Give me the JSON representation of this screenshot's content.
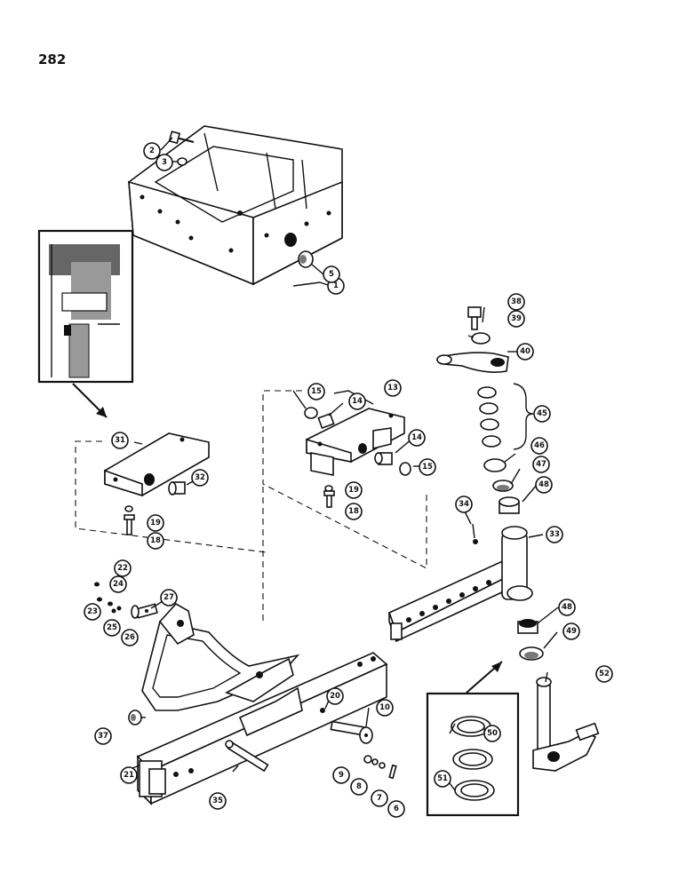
{
  "page_number": "282",
  "callouts": {
    "c1": "1",
    "c2": "2",
    "c3": "3",
    "c5": "5",
    "c6": "6",
    "c7": "7",
    "c8": "8",
    "c9": "9",
    "c10": "10",
    "c13": "13",
    "c14a": "14",
    "c14b": "14",
    "c15a": "15",
    "c15b": "15",
    "c18a": "18",
    "c18b": "18",
    "c19a": "19",
    "c19b": "19",
    "c20": "20",
    "c21": "21",
    "c22": "22",
    "c23": "23",
    "c24": "24",
    "c25": "25",
    "c26": "26",
    "c27": "27",
    "c31": "31",
    "c32": "32",
    "c33": "33",
    "c34": "34",
    "c35": "35",
    "c37": "37",
    "c38": "38",
    "c39": "39",
    "c40": "40",
    "c45": "45",
    "c46": "46",
    "c47": "47",
    "c48a": "48",
    "c48b": "48",
    "c49": "49",
    "c50": "50",
    "c51": "51",
    "c52": "52"
  }
}
